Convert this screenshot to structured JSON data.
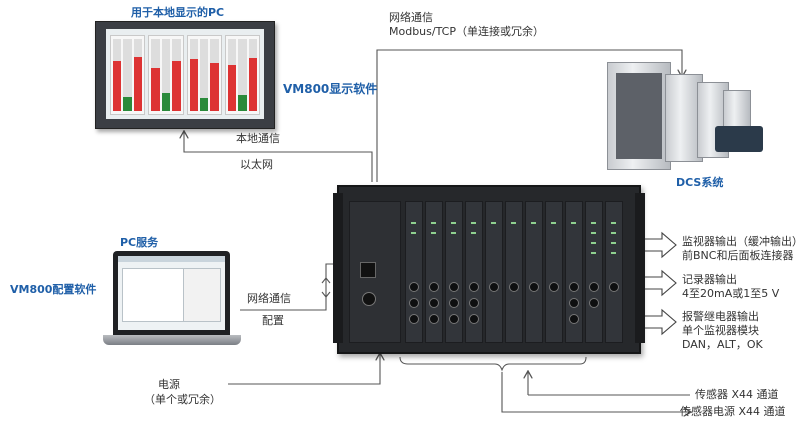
{
  "labels": {
    "pc_local_display": "用于本地显示的PC",
    "vm800_display_software": "VM800显示软件",
    "network_comm_modbus": "网络通信",
    "modbus_tcp": "Modbus/TCP（单连接或冗余）",
    "local_comm": "本地通信",
    "ethernet": "以太网",
    "dcs_system": "DCS系统",
    "pc_service": "PC服务",
    "vm800_config_software": "VM800配置软件",
    "network_comm_config": "网络通信",
    "config": "配置",
    "power_supply": "电源",
    "power_supply_note": "（单个或冗余）",
    "monitor_output_line1": "监视器输出（缓冲输出）",
    "monitor_output_line2": "前BNC和后面板连接器",
    "recorder_output_line1": "记录器输出",
    "recorder_output_line2": "4至20mA或1至5 V",
    "alarm_relay_line1": "报警继电器输出",
    "alarm_relay_line2": "单个监视器模块",
    "alarm_relay_line3": "DAN，ALT，OK",
    "sensor_channels": "传感器 X44 通道",
    "sensor_power_channels": "传感器电源 X44 通道"
  },
  "colors": {
    "label_blue": "#1f5fa8",
    "wire": "#555555",
    "rack": "#26282b"
  },
  "icons": {
    "output_arrow": "hollow-right-arrow"
  }
}
